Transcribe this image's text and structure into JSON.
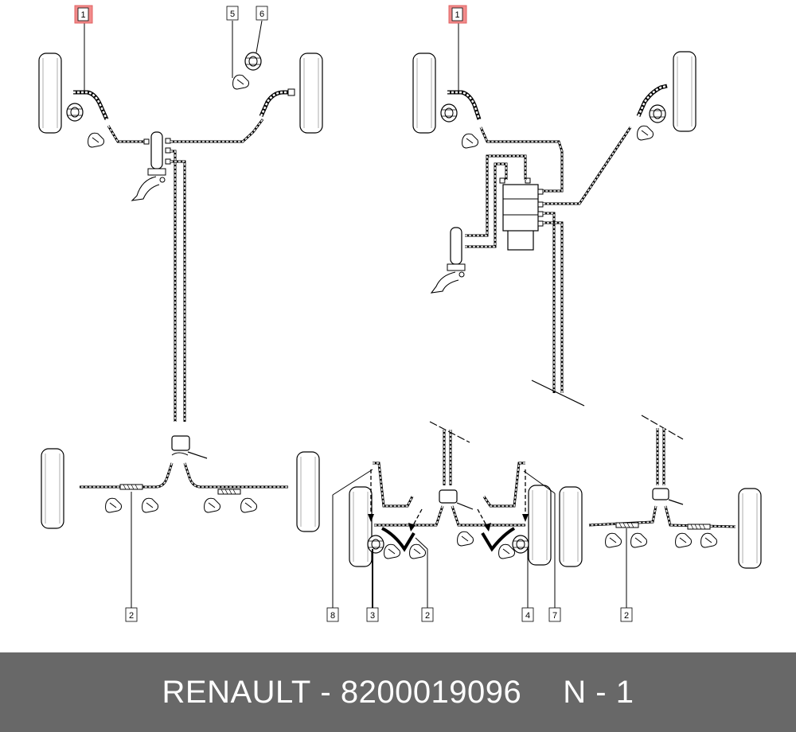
{
  "callouts": {
    "left_1": "1",
    "left_5": "5",
    "left_6": "6",
    "left_2": "2",
    "right_1": "1",
    "right_8": "8",
    "right_3": "3",
    "right_2a": "2",
    "right_4": "4",
    "right_7": "7",
    "right_2b": "2"
  },
  "highlight_color": "#f28b8b",
  "footer": {
    "brand": "RENAULT",
    "separator": "-",
    "part_number": "8200019096",
    "position": "N - 1"
  },
  "footer_color": "#686868"
}
